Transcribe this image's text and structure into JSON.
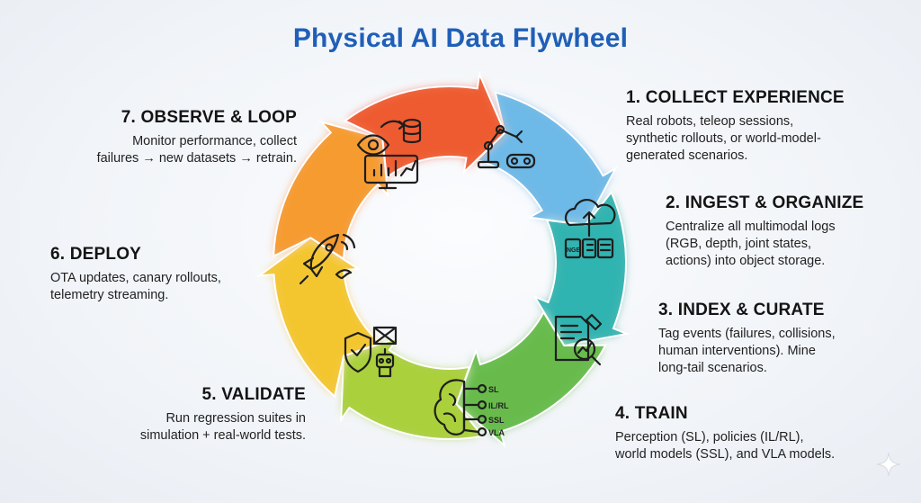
{
  "title": "Physical AI Data Flywheel",
  "steps": [
    {
      "heading": "1. COLLECT EXPERIENCE",
      "body": "Real robots, teleop sessions,\nsynthetic rollouts, or world-model-\ngenerated scenarios.",
      "color": "#6cb8e6",
      "icon": "robot-arm-vr-headset-icon"
    },
    {
      "heading": "2. INGEST & ORGANIZE",
      "body": "Centralize all multimodal logs\n(RGB, depth, joint states,\nactions) into object storage.",
      "color": "#2fb3b0",
      "icon": "cloud-upload-files-icon"
    },
    {
      "heading": "3. INDEX & CURATE",
      "body": "Tag events (failures, collisions,\nhuman interventions). Mine\nlong-tail scenarios.",
      "color": "#66bb4a",
      "icon": "document-magnifier-tag-icon"
    },
    {
      "heading": "4. TRAIN",
      "body": "Perception (SL), policies (IL/RL),\nworld models (SSL), and VLA models.",
      "color": "#a9cf3a",
      "icon": "brain-gears-icon"
    },
    {
      "heading": "5. VALIDATE",
      "body": "Run regression suites in\nsimulation + real-world tests.",
      "color": "#f3c62c",
      "icon": "shield-check-robot-icon"
    },
    {
      "heading": "6. DEPLOY",
      "body": "OTA updates, canary rollouts,\ntelemetry streaming.",
      "color": "#f59a2c",
      "icon": "rocket-wifi-icon"
    },
    {
      "heading": "7. OBSERVE & LOOP",
      "body": "Monitor performance, collect\nfailures → new datasets → retrain.",
      "color": "#ee5a2c",
      "icon": "eye-database-chart-icon"
    }
  ],
  "brain_labels": [
    "SL",
    "IL/RL",
    "SSL",
    "VLA"
  ],
  "image_tag": "NGB"
}
